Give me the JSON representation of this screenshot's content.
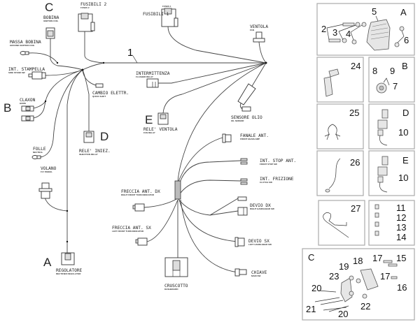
{
  "diagram": {
    "title": "Wiring harness exploded parts diagram",
    "harness_number": "1",
    "components": [
      {
        "key": "bobina",
        "label": "BOBINA",
        "sublabel": "IGNITION COIL",
        "group": "C"
      },
      {
        "key": "fusibili2",
        "label": "FUSIBILI 2",
        "sublabel": "FUSES 2"
      },
      {
        "key": "fusibili1",
        "label": "FUSIBILI 1",
        "sublabel": "FUSES 1"
      },
      {
        "key": "ventola",
        "label": "VENTOLA",
        "sublabel": "FAN"
      },
      {
        "key": "massa_bobina",
        "label": "MASSA BOBINA",
        "sublabel": "GROUND IGNITION COIL"
      },
      {
        "key": "int_stampella",
        "label": "INT. STAMPELLA",
        "sublabel": "SIDE STAND SW"
      },
      {
        "key": "intermittenza",
        "label": "INTERMITTENZA",
        "sublabel": "FLASHER RELAY"
      },
      {
        "key": "claxon",
        "label": "CLAXON",
        "sublabel": "HORN",
        "group": "B"
      },
      {
        "key": "cambio",
        "label": "CAMBIO ELETTR.",
        "sublabel": "QUICK SHIFT"
      },
      {
        "key": "sensore_olio",
        "label": "SENSORE OLIO",
        "sublabel": "OIL SENSOR"
      },
      {
        "key": "rele_ventola",
        "label": "RELE' VENTOLA",
        "sublabel": "FAN RELAY",
        "group": "E"
      },
      {
        "key": "rele_iniez",
        "label": "RELE' INIEZ.",
        "sublabel": "INJECTION RELAY",
        "group": "D"
      },
      {
        "key": "folle",
        "label": "FOLLE",
        "sublabel": "NEUTRAL"
      },
      {
        "key": "fanale",
        "label": "FANALE ANT.",
        "sublabel": "FRONT HEADLAMP"
      },
      {
        "key": "int_stop",
        "label": "INT. STOP ANT.",
        "sublabel": "FRONT STOP SW"
      },
      {
        "key": "int_frizione",
        "label": "INT. FRIZIONE",
        "sublabel": "CLUTCH SW"
      },
      {
        "key": "volano",
        "label": "VOLANO",
        "sublabel": "FLY WHEEL"
      },
      {
        "key": "freccia_dx",
        "label": "FRECCIA ANT. DX",
        "sublabel": "RIGHT FRONT TURN INDICATOR"
      },
      {
        "key": "devio_dx",
        "label": "DEVIO DX",
        "sublabel": "RIGHT HANDLEBAR SW"
      },
      {
        "key": "freccia_sx",
        "label": "FRECCIA ANT. SX",
        "sublabel": "LEFT FRONT TURN INDICATOR"
      },
      {
        "key": "devio_sx",
        "label": "DEVIO SX",
        "sublabel": "LEFT HANDLEBAR SW"
      },
      {
        "key": "chiave",
        "label": "CHIAVE",
        "sublabel": "MAIN SW"
      },
      {
        "key": "cruscotto",
        "label": "CRUSCOTTO",
        "sublabel": "DASHBOARD"
      },
      {
        "key": "regolatore",
        "label": "REGOLATORE",
        "sublabel": "RECTIFIER REGULATOR",
        "group": "A"
      }
    ],
    "group_letters": {
      "A": "A",
      "B": "B",
      "C": "C",
      "D": "D",
      "E": "E"
    }
  },
  "panels": {
    "A": {
      "letter": "A",
      "numbers": [
        "2",
        "3",
        "4",
        "5",
        "6"
      ]
    },
    "p24": {
      "numbers": [
        "24"
      ]
    },
    "B": {
      "letter": "B",
      "numbers": [
        "8",
        "9",
        "7"
      ]
    },
    "p25": {
      "numbers": [
        "25"
      ]
    },
    "D": {
      "letter": "D",
      "numbers": [
        "10"
      ]
    },
    "p26": {
      "numbers": [
        "26"
      ]
    },
    "E": {
      "letter": "E",
      "numbers": [
        "10"
      ]
    },
    "p27": {
      "numbers": [
        "27"
      ]
    },
    "p11": {
      "numbers": [
        "11",
        "12",
        "13",
        "14"
      ]
    },
    "C": {
      "letter": "C",
      "numbers": [
        "19",
        "18",
        "17",
        "15",
        "23",
        "17",
        "20",
        "16",
        "21",
        "22",
        "20"
      ]
    }
  }
}
